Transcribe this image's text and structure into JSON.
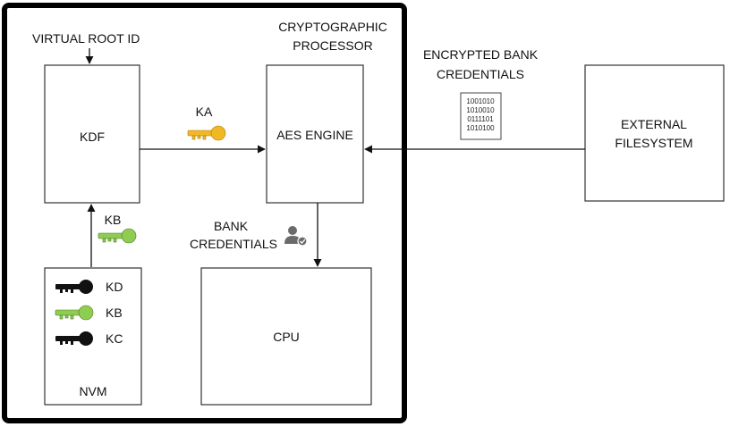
{
  "labels": {
    "virtual_root_id": "VIRTUAL ROOT ID",
    "crypto_processor": [
      "CRYPTOGRAPHIC",
      "PROCESSOR"
    ],
    "encrypted_bank_credentials": [
      "ENCRYPTED BANK",
      "CREDENTIALS"
    ],
    "kdf": "KDF",
    "aes_engine": "AES ENGINE",
    "external_filesystem": [
      "EXTERNAL",
      "FILESYSTEM"
    ],
    "bank_credentials": [
      "BANK",
      "CREDENTIALS"
    ],
    "cpu": "CPU",
    "nvm": "NVM",
    "ka": "KA",
    "kb_arrow": "KB",
    "nvm_keys": [
      {
        "name": "KD",
        "color": "#111111"
      },
      {
        "name": "KB",
        "color": "#8fcc52"
      },
      {
        "name": "KC",
        "color": "#111111"
      }
    ]
  },
  "binary_doc_lines": [
    "1001010",
    "1010010",
    "0111101",
    "1010100"
  ],
  "colors": {
    "ka_key": "#f2b824",
    "kb_key": "#8fcc52",
    "dark_key": "#111111",
    "user_icon": "#6b6b6b"
  },
  "icons": [
    "key-icon",
    "document-binary-icon",
    "user-check-icon",
    "arrow-head-icon"
  ]
}
